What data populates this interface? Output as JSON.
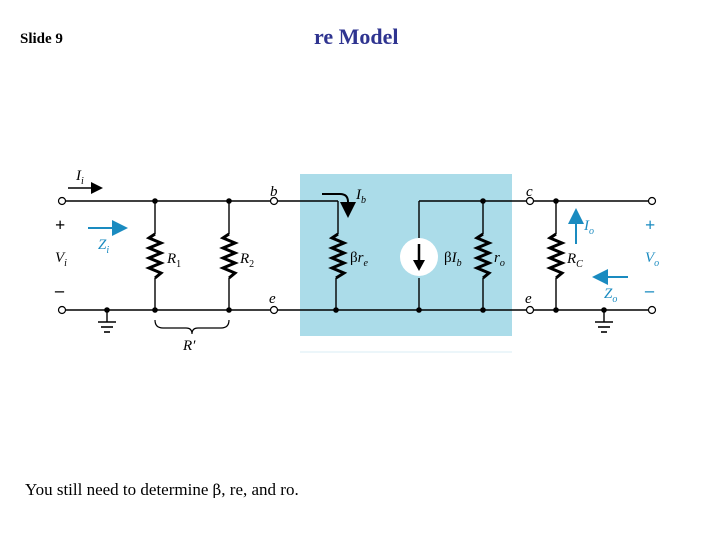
{
  "slide": {
    "number_label": "Slide 9"
  },
  "title": "re Model",
  "caption": {
    "before": "You still need to determine ",
    "beta": "β",
    "after": ", re, and ro."
  },
  "colors": {
    "title": "#2f3490",
    "shaded_box": "#abdce9",
    "accent": "#1a8bc0",
    "wire": "#000000"
  },
  "circuit": {
    "input_current": {
      "sym": "I",
      "sub": "i"
    },
    "input_impedance": {
      "sym": "Z",
      "sub": "i"
    },
    "input_voltage": {
      "sym": "V",
      "sub": "i"
    },
    "plus": "+",
    "minus": "–",
    "r1": {
      "sym": "R",
      "sub": "1"
    },
    "r2": {
      "sym": "R",
      "sub": "2"
    },
    "r_prime": "R′",
    "node_b": "b",
    "node_c": "c",
    "node_e_left": "e",
    "node_e_right": "e",
    "base_current": {
      "sym": "I",
      "sub": "b"
    },
    "beta_re": {
      "pre": "β",
      "sym": "r",
      "sub": "e"
    },
    "beta_ib": {
      "pre": "β",
      "sym": "I",
      "sub": "b"
    },
    "ro": {
      "sym": "r",
      "sub": "o"
    },
    "rc": {
      "sym": "R",
      "sub": "C"
    },
    "output_current": {
      "sym": "I",
      "sub": "o"
    },
    "output_impedance": {
      "sym": "Z",
      "sub": "o"
    },
    "output_voltage": {
      "sym": "V",
      "sub": "o"
    }
  }
}
